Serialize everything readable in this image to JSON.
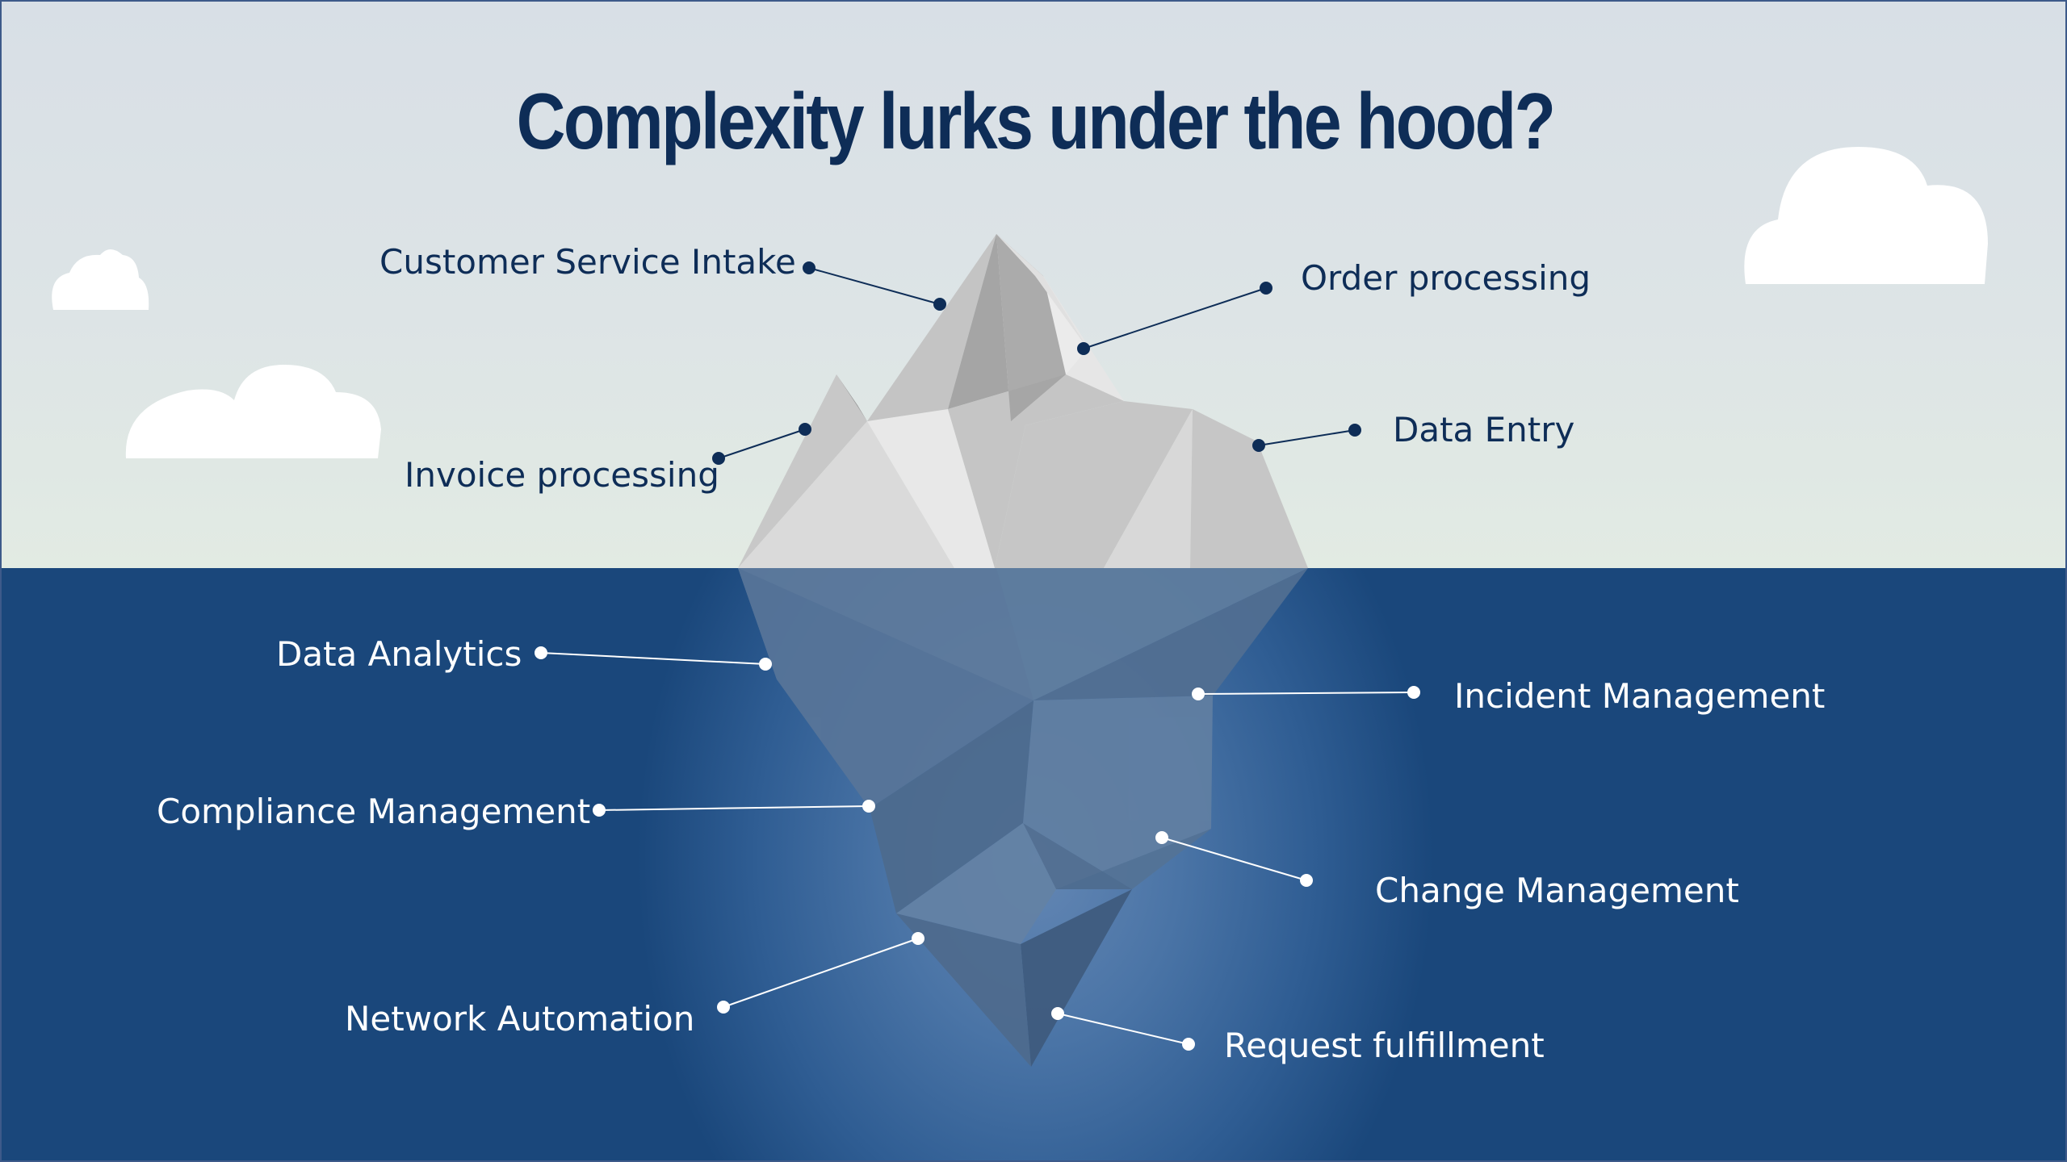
{
  "slide": {
    "title": "Complexity lurks under the hood?"
  },
  "labels": {
    "customer_service_intake": "Customer Service Intake",
    "order_processing": "Order processing",
    "invoice_processing": "Invoice processing",
    "data_entry": "Data Entry",
    "data_analytics": "Data Analytics",
    "incident_management": "Incident Management",
    "compliance_management": "Compliance Management",
    "change_management": "Change Management",
    "network_automation": "Network Automation",
    "request_fulfillment": "Request fulfillment"
  },
  "colors": {
    "title_text": "#0e2d57",
    "sky_top": "#d8dfe6",
    "sky_horizon": "#e2ebe3",
    "sea_deep": "#1a477b",
    "sea_glow": "#6487b4",
    "above_water_connector": "#0e2d57",
    "below_water_connector": "#ffffff",
    "cloud": "#ffffff"
  },
  "icons": [
    "cloud-icon",
    "iceberg-illustration"
  ]
}
